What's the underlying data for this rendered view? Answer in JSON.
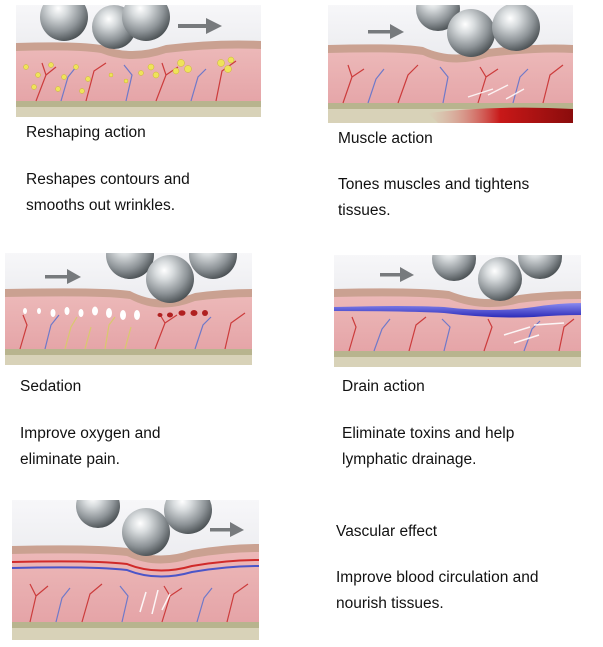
{
  "items": [
    {
      "title": "Reshaping action",
      "description_line1": "Reshapes contours and",
      "description_line2": "smooths out wrinkles."
    },
    {
      "title": "Muscle action",
      "description_line1": "Tones muscles and tightens",
      "description_line2": "tissues."
    },
    {
      "title": "Sedation",
      "description_line1": "Improve oxygen and",
      "description_line2": "eliminate pain."
    },
    {
      "title": "Drain action",
      "description_line1": "Eliminate toxins and help",
      "description_line2": "lymphatic drainage."
    },
    {
      "title": "Vascular effect",
      "description_line1": "Improve blood circulation and",
      "description_line2": "nourish tissues."
    }
  ],
  "colors": {
    "skin": "#e7aeb0",
    "epidermis": "#caa191",
    "vein": "#6f79c9",
    "capillary": "#cc3c3c",
    "fat": "#efe35a",
    "sphere": "#9aa0a3",
    "muscle": "#c81818",
    "lymph": "#3e3ed0"
  },
  "icons": [
    "sphere-icon",
    "arrow-right-icon",
    "skin-layer-illustration"
  ]
}
